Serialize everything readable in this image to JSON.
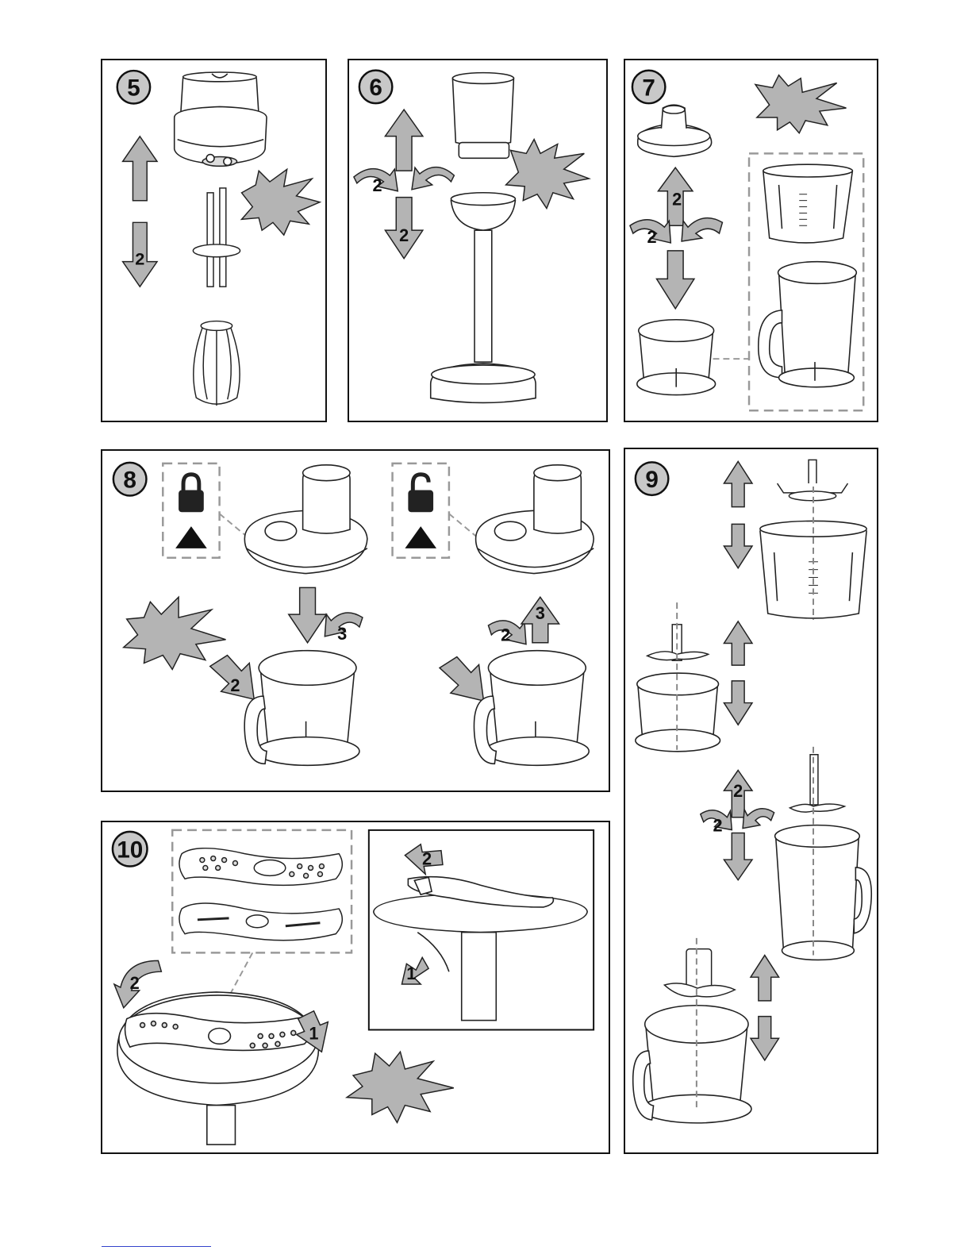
{
  "colors": {
    "arrow_fill": "#b4b4b4",
    "frame": "#111111",
    "badge_fill": "#c8c8c8"
  },
  "panels": {
    "p5": {
      "step": "5",
      "labels": [
        "2"
      ]
    },
    "p6": {
      "step": "6",
      "labels": [
        "2",
        "2"
      ]
    },
    "p7": {
      "step": "7",
      "labels": [
        "2",
        "2"
      ]
    },
    "p8": {
      "step": "8",
      "labels": [
        "3",
        "2",
        "2",
        "3"
      ]
    },
    "p9": {
      "step": "9",
      "labels": [
        "2",
        "2"
      ]
    },
    "p10": {
      "step": "10",
      "labels": [
        "2",
        "1",
        "2",
        "1"
      ]
    }
  },
  "icons": [
    "lock-closed-icon",
    "lock-open-icon",
    "triangle-up-icon",
    "burst-icon"
  ]
}
